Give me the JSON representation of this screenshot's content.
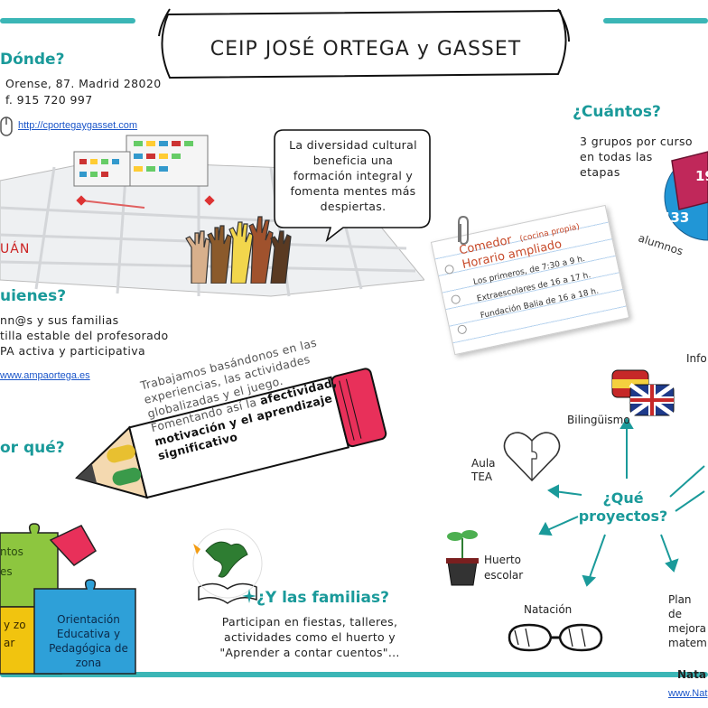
{
  "title": "CEIP JOSÉ ORTEGA y GASSET",
  "donde": {
    "heading": "Dónde?",
    "line1": "Orense, 87. Madrid 28020",
    "line2": "f. 915 720 997",
    "link": "http://cportegaygasset.com"
  },
  "bubble": {
    "text": "La diversidad cultural beneficia una formación integral y fomenta mentes más despiertas."
  },
  "map_label": "UÁN",
  "cuantos": {
    "heading": "¿Cuántos?",
    "text": "3 grupos por curso en todas las etapas",
    "num_main": "433",
    "num_small": "19",
    "alumnos": "alumnos"
  },
  "quienes": {
    "heading": "uienes?",
    "line1": "nn@s y sus familias",
    "line2": "tilla estable del profesorado",
    "line3": "PA activa y participativa",
    "link": "www.ampaortega.es"
  },
  "comedor": {
    "title": "Comedor",
    "sub": "(cocina propia)",
    "horario": "Horario ampliado",
    "items": [
      "Los primeros, de 7:30 a 9 h.",
      "Extraescolares de 16 a 17 h.",
      "Fundación Balia de 16 a 18 h."
    ]
  },
  "porque": {
    "heading": "or qué?",
    "pencil_plain": "Trabajamos basándonos en las experiencias, las actividades globalizadas y el juego. Fomentando así la",
    "pencil_bold": "afectividad, motivación y el aprendizaje significativo"
  },
  "proyectos": {
    "center": "¿Qué proyectos?",
    "bilinguismo": "Bilingüismo",
    "aula_tea": "Aula TEA",
    "huerto": "Huerto escolar",
    "natacion": "Natación",
    "plan": "Plan de mejora matem",
    "info": "Info"
  },
  "familias": {
    "heading": "¿Y las familias?",
    "text": "Participan en fiestas, talleres, actividades como el huerto y \"Aprender a contar cuentos\"..."
  },
  "puzzle": {
    "orientacion": "Orientación Educativa y Pedagógica de zona",
    "left_top": "ntos es",
    "left_bottom": "y zo ar"
  },
  "footer": {
    "name": "Nata",
    "link": "www.Nat"
  },
  "colors": {
    "teal": "#1a9a9a",
    "pie_blue": "#2196d6",
    "pie_crimson": "#c0285a",
    "pencil_pink": "#e8305a"
  }
}
